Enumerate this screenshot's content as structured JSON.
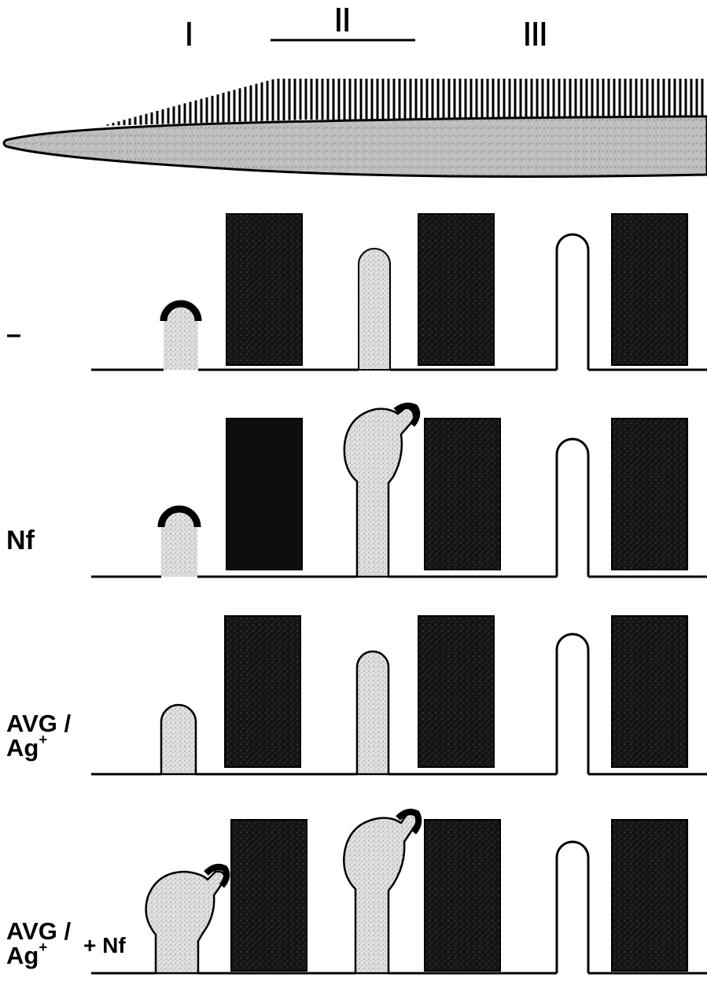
{
  "zone_labels": {
    "zone1": "I",
    "zone2": "II",
    "zone3": "III"
  },
  "rows": [
    {
      "id": "control",
      "label": "–",
      "label_lines": []
    },
    {
      "id": "nf",
      "label": "Nf",
      "label_lines": []
    },
    {
      "id": "avg-ag",
      "label_lines": [
        "AVG /",
        "Ag"
      ],
      "superscript": "+"
    },
    {
      "id": "avg-ag-nf",
      "label_lines": [
        "AVG /",
        "Ag"
      ],
      "superscript": "+",
      "suffix": "+ Nf"
    }
  ],
  "colors": {
    "ink": "#000000",
    "stipple": "#d9d9d9",
    "cell_fill": "#1a1a1a",
    "background": "#ffffff"
  }
}
